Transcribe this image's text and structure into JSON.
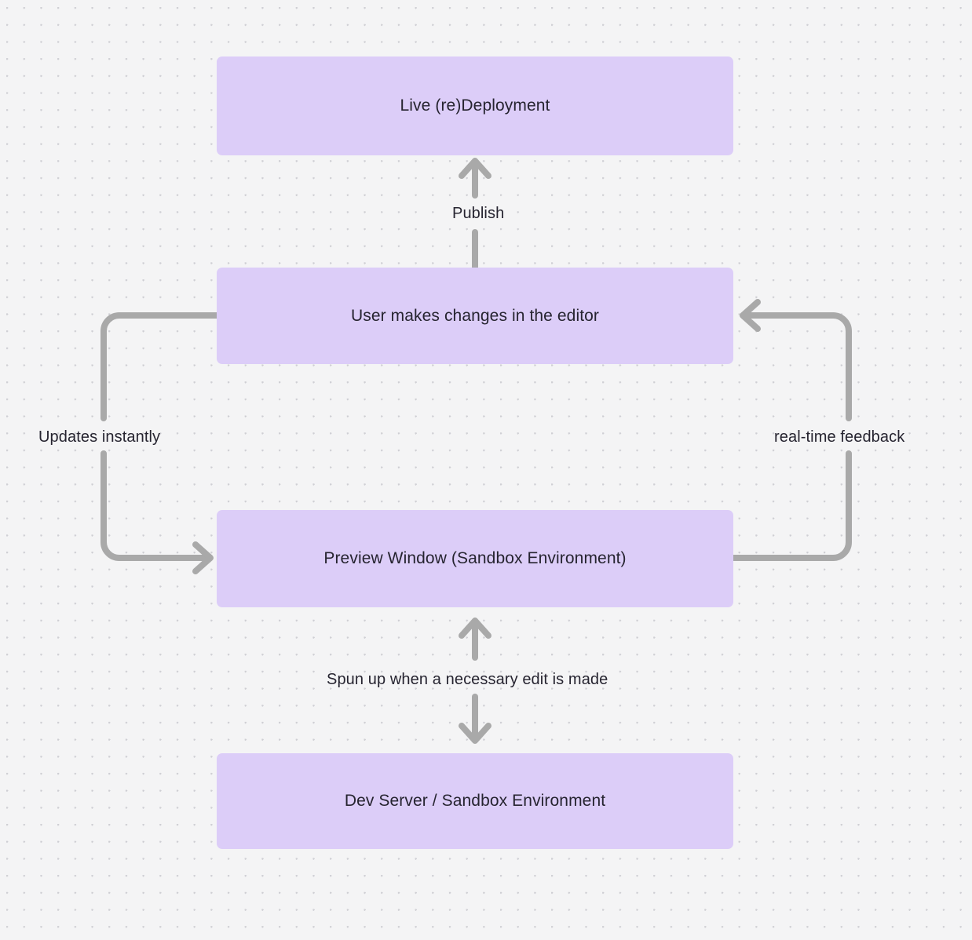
{
  "diagram": {
    "type": "flowchart",
    "title": "Live deployment / preview feedback loop",
    "background_color": "#f4f4f5",
    "grid": "dot-grid",
    "node_fill_color": "#dccdf8",
    "node_text_color": "#262430",
    "edge_color": "#a9a9a9",
    "nodes": [
      {
        "id": "live",
        "label": "Live (re)Deployment"
      },
      {
        "id": "editor",
        "label": "User makes changes in the editor"
      },
      {
        "id": "preview",
        "label": "Preview Window (Sandbox Environment)"
      },
      {
        "id": "devserver",
        "label": "Dev Server / Sandbox Environment"
      }
    ],
    "edges": [
      {
        "id": "e-publish",
        "from": "editor",
        "to": "live",
        "label": "Publish",
        "direction": "up",
        "style": "straight"
      },
      {
        "id": "e-updates",
        "from": "editor",
        "to": "preview",
        "label": "Updates instantly",
        "direction": "down-left-loop",
        "style": "orthogonal"
      },
      {
        "id": "e-realtime",
        "from": "preview",
        "to": "editor",
        "label": "real-time feedback",
        "direction": "up-right-loop",
        "style": "orthogonal"
      },
      {
        "id": "e-spunup",
        "from": "preview",
        "to": "devserver",
        "label": "Spun up when a necessary edit is made",
        "direction": "bidirectional",
        "style": "straight"
      }
    ]
  }
}
